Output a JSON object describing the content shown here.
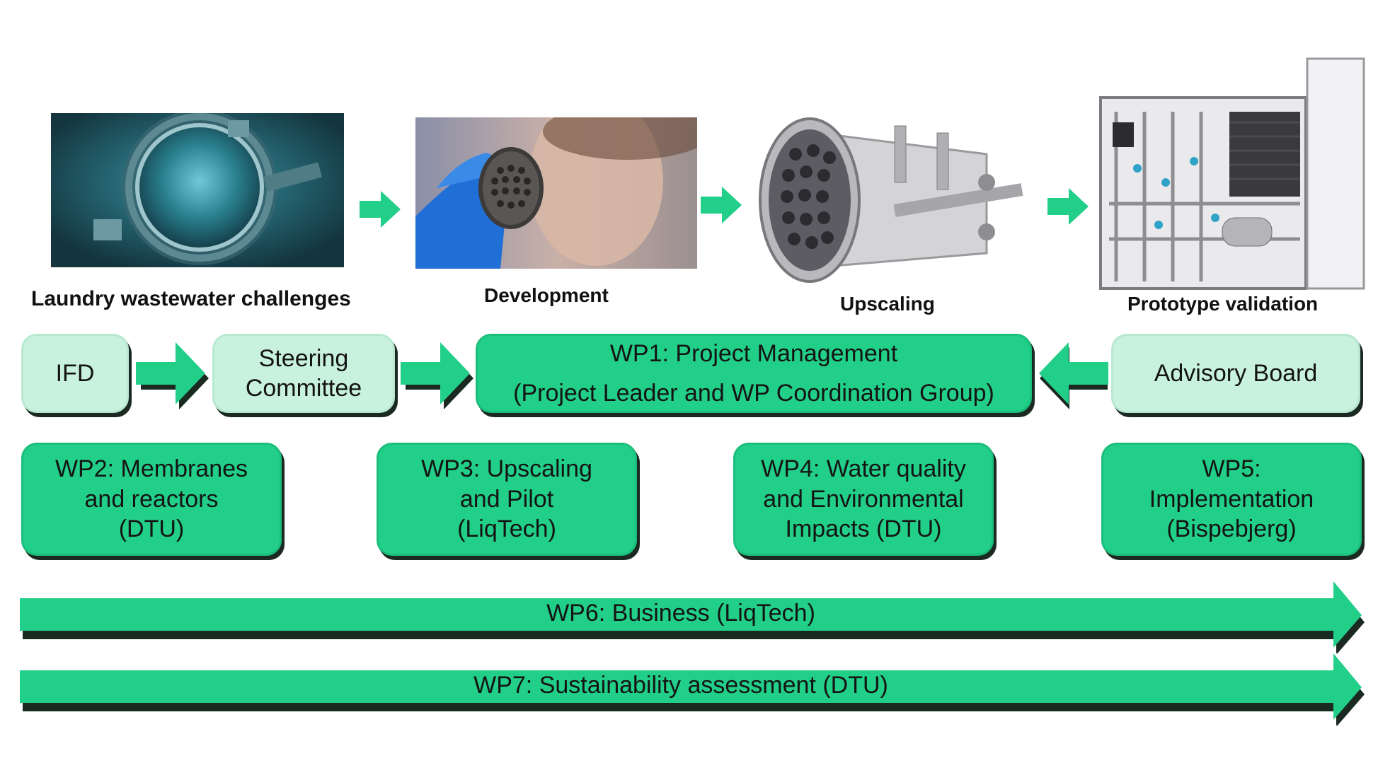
{
  "stages": [
    {
      "caption": "Laundry wastewater challenges"
    },
    {
      "caption": "Development"
    },
    {
      "caption": "Upscaling"
    },
    {
      "caption": "Prototype validation"
    }
  ],
  "org": {
    "ifd": "IFD",
    "steering": "Steering\nCommittee",
    "wp1_line1": "WP1: Project Management",
    "wp1_line2": "(Project Leader and WP Coordination Group)",
    "advisory": "Advisory Board"
  },
  "work_packages": [
    {
      "label": "WP2: Membranes\nand reactors\n(DTU)"
    },
    {
      "label": "WP3: Upscaling\nand Pilot\n(LiqTech)"
    },
    {
      "label": "WP4: Water quality\nand Environmental\nImpacts (DTU)"
    },
    {
      "label": "WP5:\nImplementation\n(Bispebjerg)"
    }
  ],
  "bands": {
    "wp6": "WP6: Business (LiqTech)",
    "wp7": "WP7: Sustainability assessment (DTU)"
  },
  "colors": {
    "light_green": "#c8f1de",
    "dark_green": "#22cf88",
    "arrow_green": "#22cf88"
  }
}
